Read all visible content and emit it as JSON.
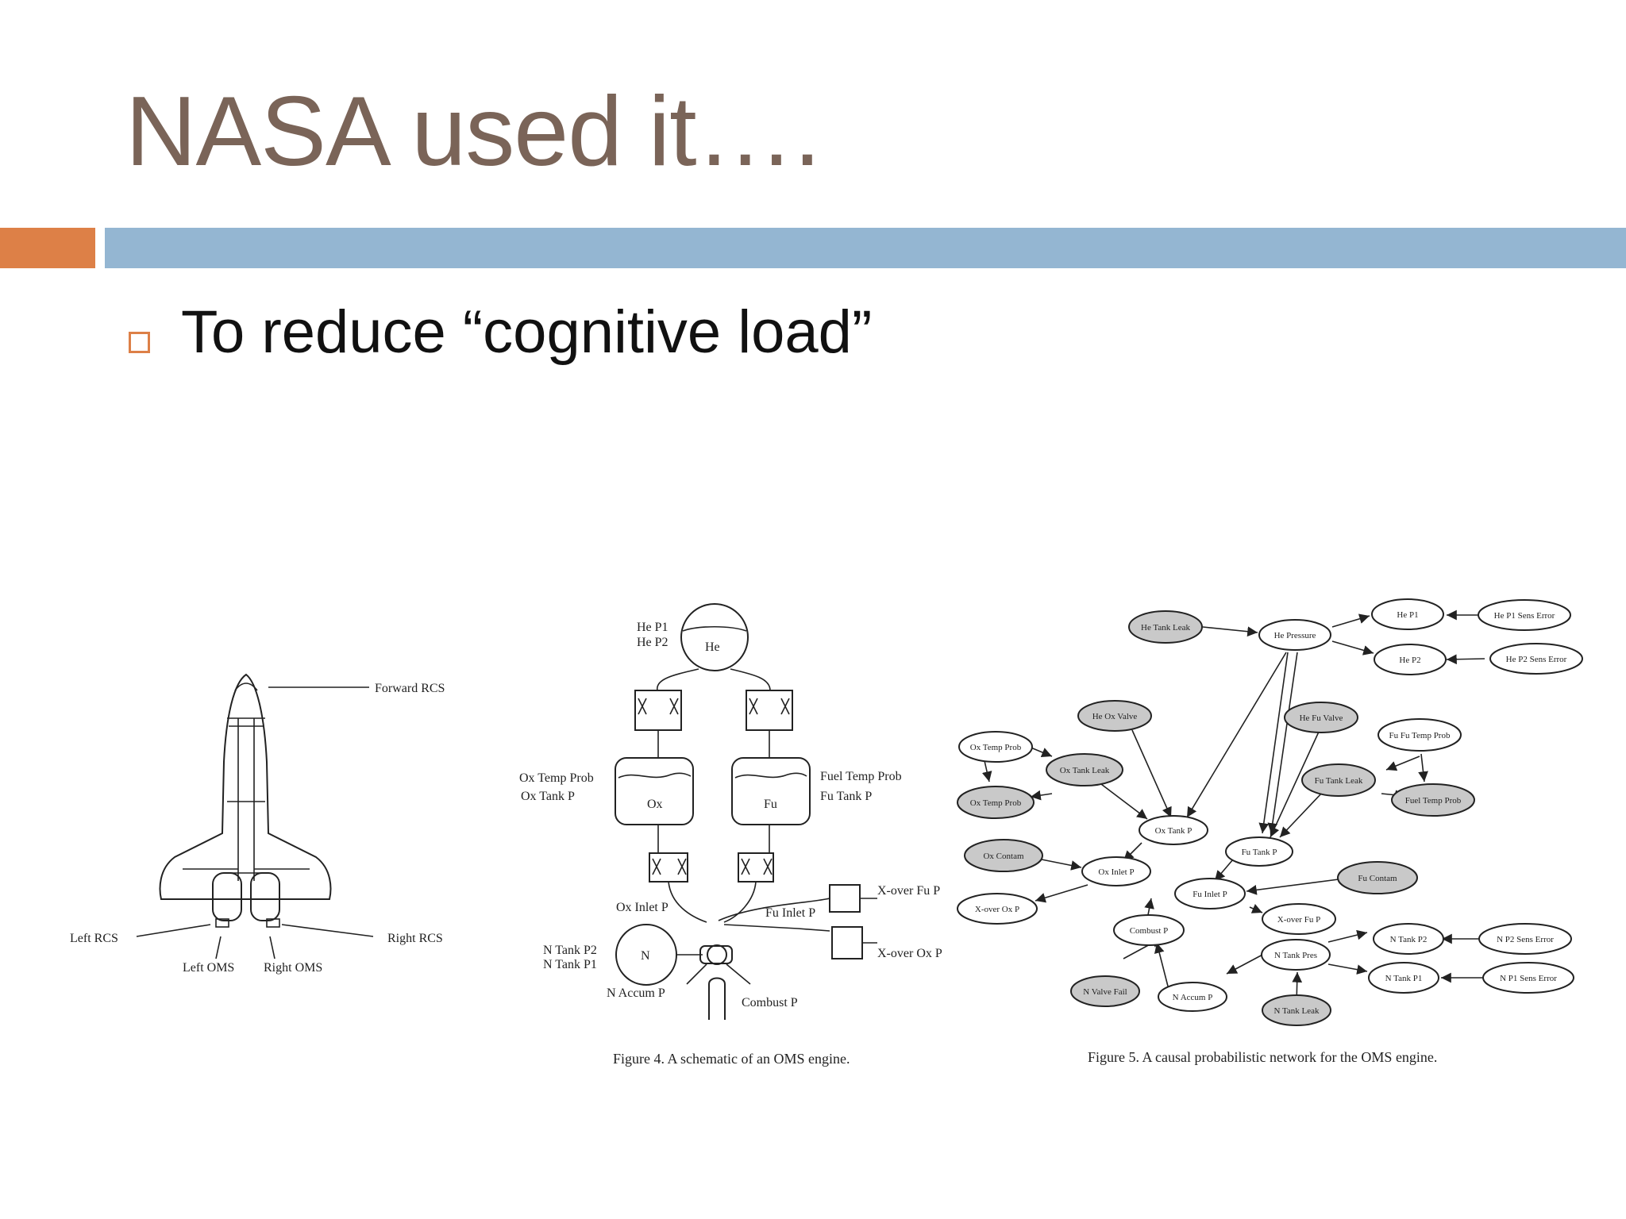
{
  "slide": {
    "title": "NASA used it….",
    "bullet": "To reduce “cognitive load”",
    "accent_color": "#dd8047",
    "bar_color": "#94b6d2",
    "title_color": "#7a6458"
  },
  "shuttle": {
    "labels": {
      "forward_rcs": "Forward RCS",
      "left_rcs": "Left RCS",
      "right_rcs": "Right RCS",
      "left_oms": "Left OMS",
      "right_oms": "Right OMS"
    }
  },
  "schematic": {
    "caption": "Figure 4.  A schematic of an OMS engine.",
    "labels": {
      "he_p1": "He P1",
      "he_p2": "He P2",
      "he": "He",
      "ox_temp_prob": "Ox Temp Prob",
      "ox_tank_p": "Ox Tank P",
      "ox": "Ox",
      "fu": "Fu",
      "fuel_temp_prob": "Fuel Temp Prob",
      "fu_tank_p": "Fu Tank P",
      "ox_inlet_p": "Ox Inlet P",
      "fu_inlet_p": "Fu Inlet P",
      "x_over_fu_p": "X-over Fu P",
      "x_over_ox_p": "X-over Ox P",
      "n_tank_p2": "N Tank P2",
      "n_tank_p1": "N Tank P1",
      "n": "N",
      "n_accum_p": "N Accum P",
      "combust_p": "Combust P"
    }
  },
  "network": {
    "caption": "Figure 5.  A causal probabilistic network for the OMS engine.",
    "nodes": {
      "he_tank_leak": "He Tank Leak",
      "he_pressure": "He Pressure",
      "he_p1": "He P1",
      "he_p2": "He P2",
      "he_p1_sens_error": "He P1 Sens Error",
      "he_p2_sens_error": "He P2 Sens Error",
      "he_ox_valve": "He Ox Valve",
      "he_fu_valve": "He Fu Valve",
      "fu_temp_prob": "Fu Fu Temp Prob",
      "ox_temp_prob_top": "Ox Temp Prob",
      "ox_tank_leak": "Ox Tank Leak",
      "ox_temp_prob_bottom": "Ox Temp Prob",
      "fu_tank_leak": "Fu Tank Leak",
      "fuel_temp_prob": "Fuel Temp Prob",
      "ox_tank_p": "Ox Tank P",
      "fu_tank_p": "Fu Tank P",
      "ox_contam": "Ox Contam",
      "ox_inlet_p": "Ox Inlet P",
      "fu_contam": "Fu Contam",
      "fu_inlet_p": "Fu Inlet P",
      "x_over_ox_p": "X-over Ox P",
      "x_over_fu_p": "X-over Fu P",
      "combust_p": "Combust P",
      "n_tank_pres": "N Tank Pres",
      "n_tank_p2": "N Tank P2",
      "n_tank_p1": "N Tank P1",
      "n_p2_sens_error": "N P2 Sens Error",
      "n_p1_sens_error": "N P1 Sens Error",
      "n_valve_fail": "N Valve Fail",
      "n_accum_p": "N Accum P",
      "n_tank_leak": "N Tank Leak"
    }
  }
}
